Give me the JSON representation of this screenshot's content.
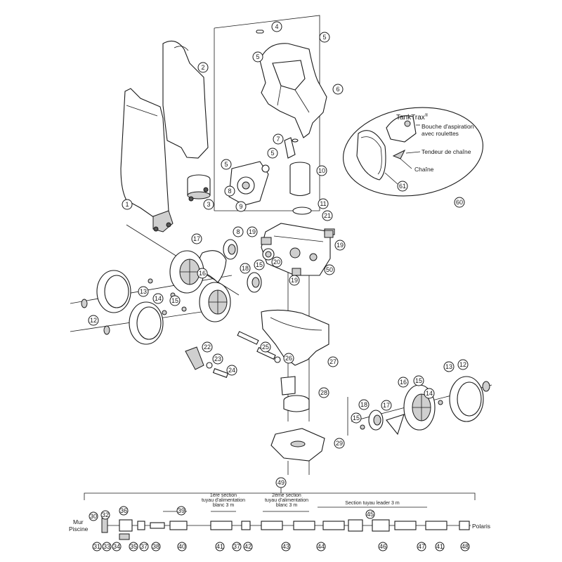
{
  "callouts": {
    "c1": "1",
    "c2": "2",
    "c3": "3",
    "c4": "4",
    "c5a": "5",
    "c5b": "5",
    "c5c": "5",
    "c5d": "5",
    "c6": "6",
    "c7": "7",
    "c8a": "8",
    "c8b": "8",
    "c9": "9",
    "c10": "10",
    "c11": "11",
    "c12a": "12",
    "c12b": "12",
    "c13a": "13",
    "c13b": "13",
    "c14a": "14",
    "c14b": "14",
    "c15a": "15",
    "c15b": "15",
    "c15c": "15",
    "c15d": "15",
    "c16a": "16",
    "c16b": "16",
    "c17a": "17",
    "c17b": "17",
    "c18a": "18",
    "c18b": "18",
    "c19a": "19",
    "c19b": "19",
    "c19c": "19",
    "c20": "20",
    "c21": "21",
    "c22": "22",
    "c23": "23",
    "c24": "24",
    "c25": "25",
    "c26": "26",
    "c27": "27",
    "c28": "28",
    "c29": "29",
    "c50": "50",
    "c60": "60",
    "c61": "61",
    "c49": "49",
    "c30": "30",
    "c31": "31",
    "c32": "32",
    "c33": "33",
    "c34": "34",
    "c35": "35",
    "c36": "36",
    "c37a": "37",
    "c37b": "37",
    "c38": "38",
    "c39": "39",
    "c40": "40",
    "c41a": "41",
    "c41b": "41",
    "c42": "42",
    "c43": "43",
    "c44": "44",
    "c45": "45",
    "c46": "46",
    "c47": "47",
    "c48": "48"
  },
  "tanktrax": {
    "title": "TankTrax",
    "reg": "®",
    "label_bouche_1": "Bouche d'aspiration",
    "label_bouche_2": "avec roulettes",
    "label_tendeur": "Tendeur de chaîne",
    "label_chaine": "Chaîne"
  },
  "hose": {
    "mur_1": "Mur",
    "mur_2": "Piscine",
    "polaris": "Polaris",
    "sec1_1": "1ère section",
    "sec1_2": "tuyau d'alimentation",
    "sec1_3": "blanc 3 m",
    "sec2_1": "2ème section",
    "sec2_2": "tuyau d'alimentation",
    "sec2_3": "blanc 3 m",
    "leader": "Section tuyau leader 3 m"
  }
}
